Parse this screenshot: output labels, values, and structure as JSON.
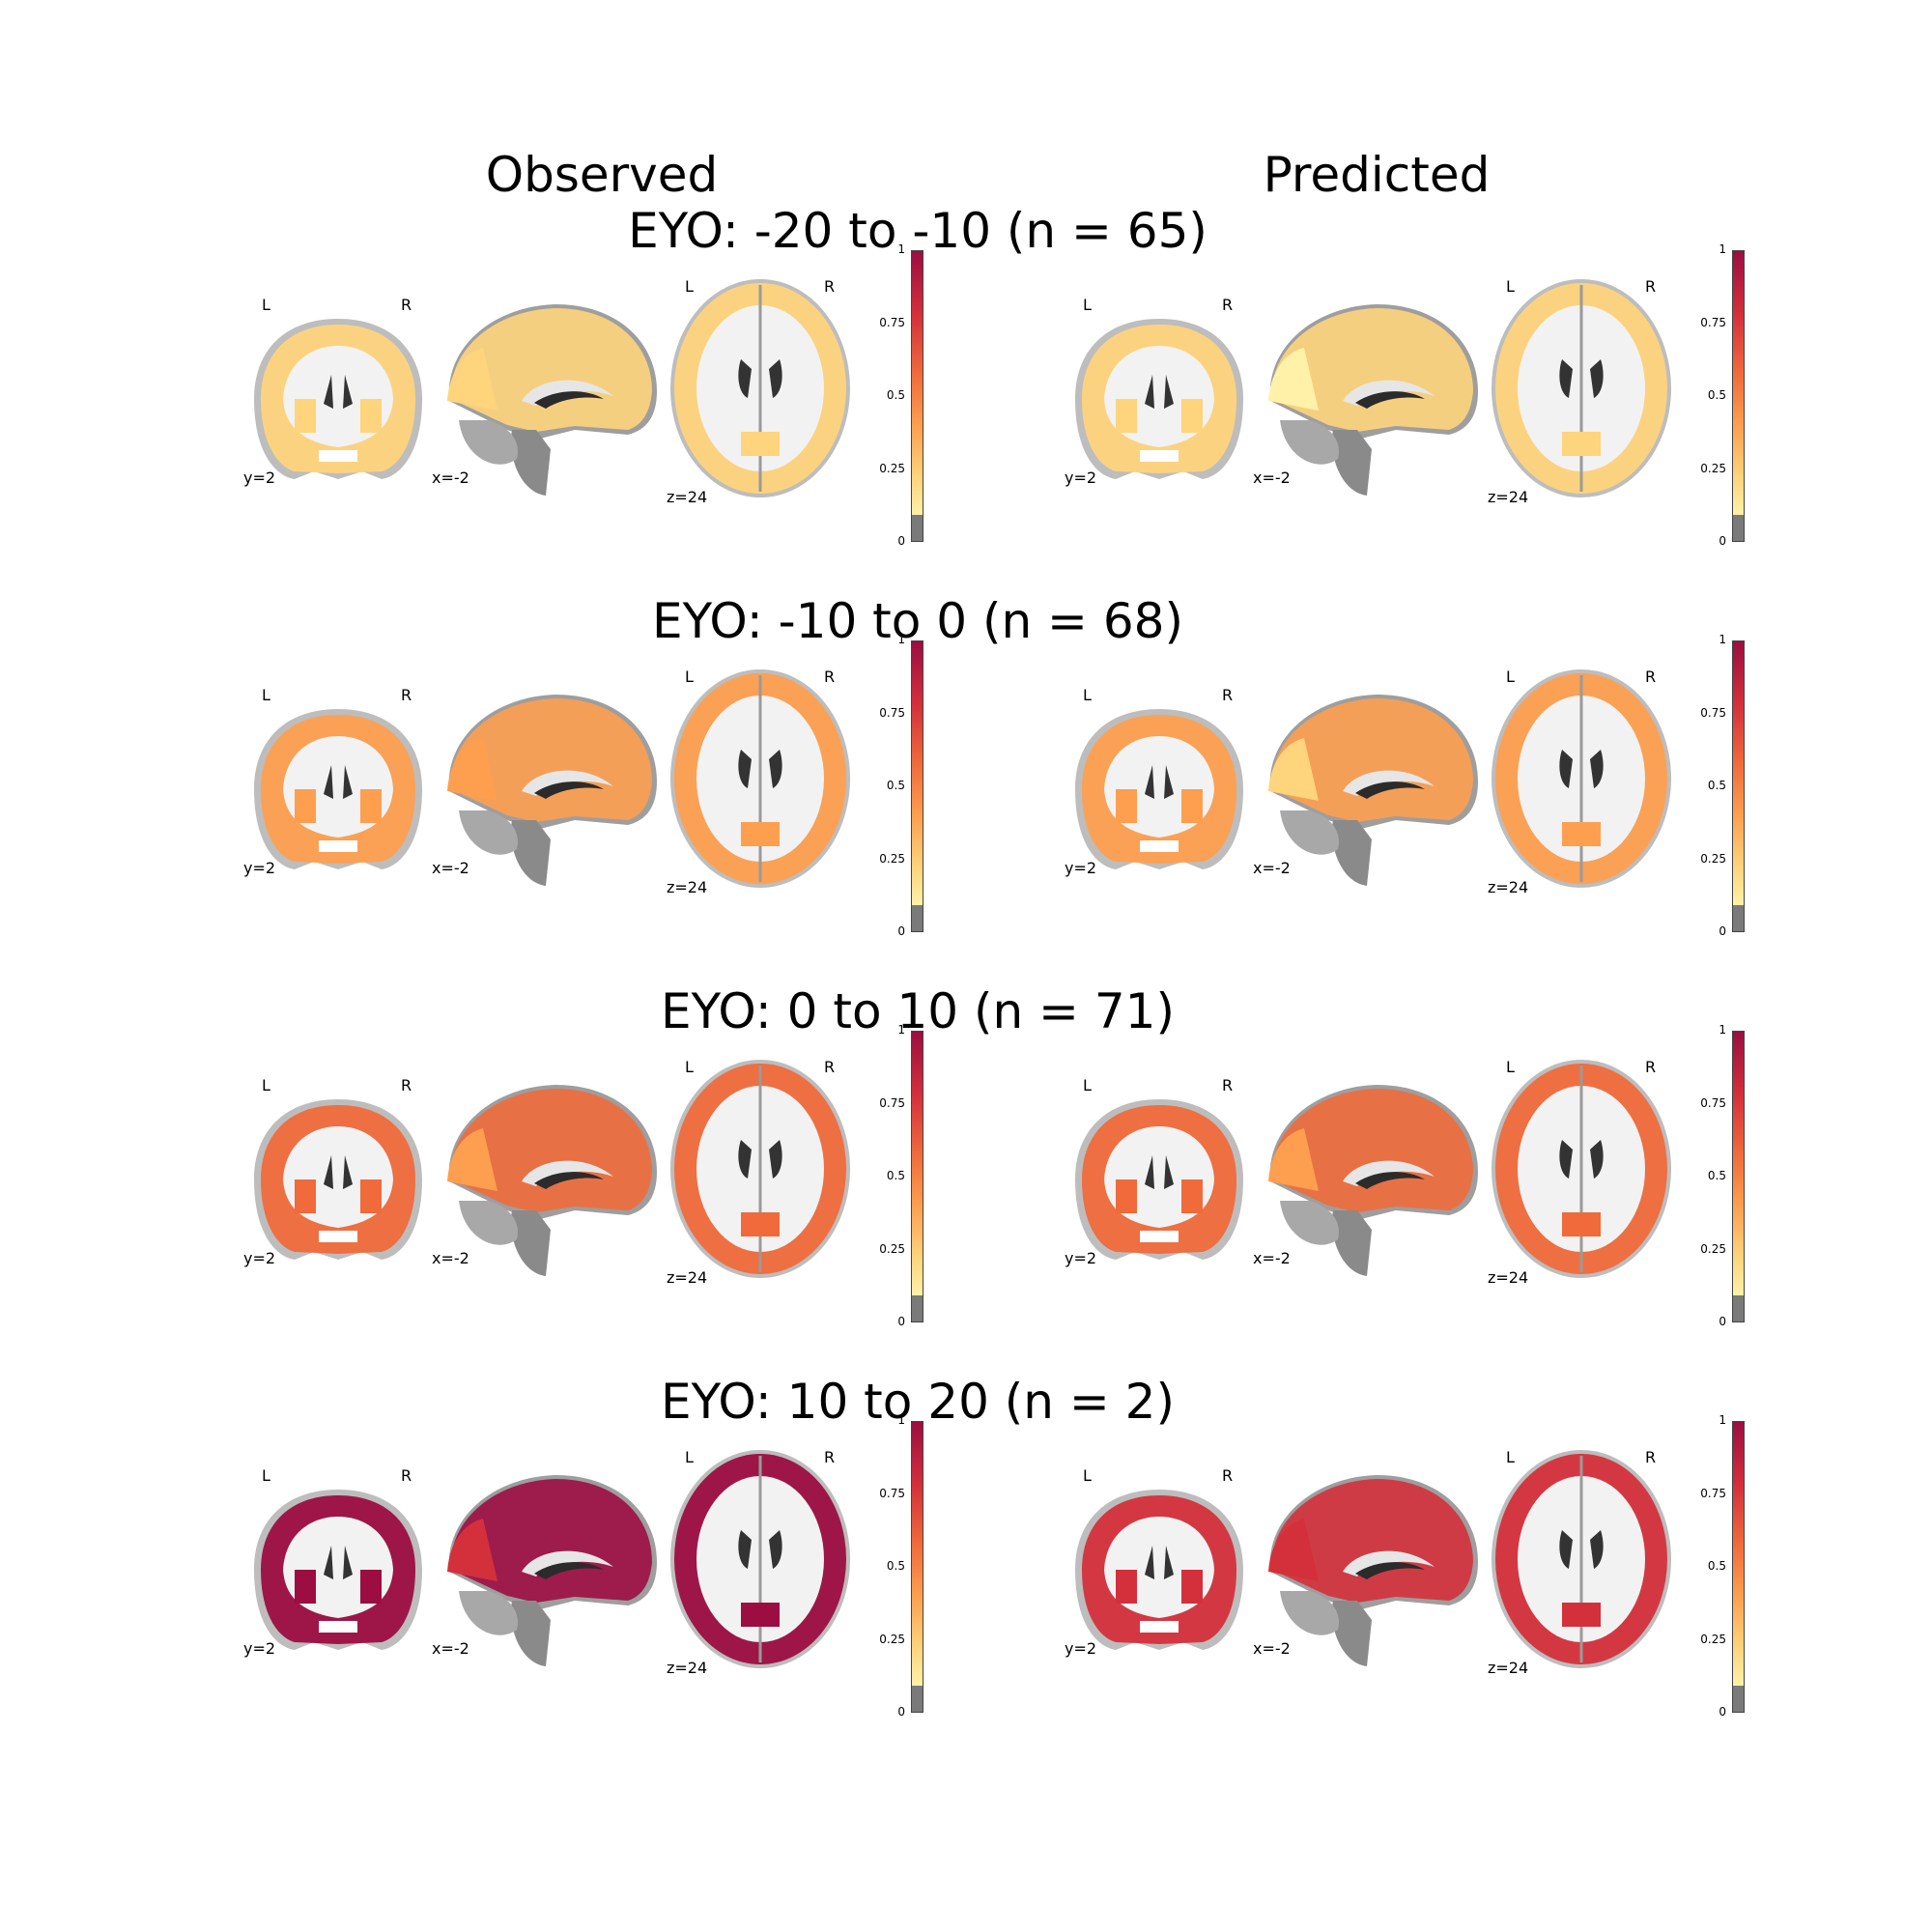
{
  "columns": {
    "observed": "Observed",
    "predicted": "Predicted"
  },
  "rows": [
    {
      "title": "EYO: -20 to -10 (n = 65)",
      "observed_level": 0.18,
      "predicted_level": 0.14
    },
    {
      "title": "EYO: -10 to 0 (n = 68)",
      "observed_level": 0.38,
      "predicted_level": 0.34
    },
    {
      "title": "EYO: 0 to 10 (n = 71)",
      "observed_level": 0.55,
      "predicted_level": 0.52
    },
    {
      "title": "EYO: 10 to 20 (n = 2)",
      "observed_level": 0.92,
      "predicted_level": 0.8
    }
  ],
  "slice_labels": {
    "coronal": "y=2",
    "sagittal": "x=-2",
    "axial": "z=24",
    "left": "L",
    "right": "R"
  },
  "colorbar": {
    "ticks": [
      "1",
      "0.75",
      "0.5",
      "0.25",
      "0"
    ],
    "low_color": "#7a7a7a",
    "colormap": [
      "#fff1a8",
      "#fed47c",
      "#fd9f4f",
      "#f06a3b",
      "#d4303b",
      "#9c0d41"
    ]
  }
}
